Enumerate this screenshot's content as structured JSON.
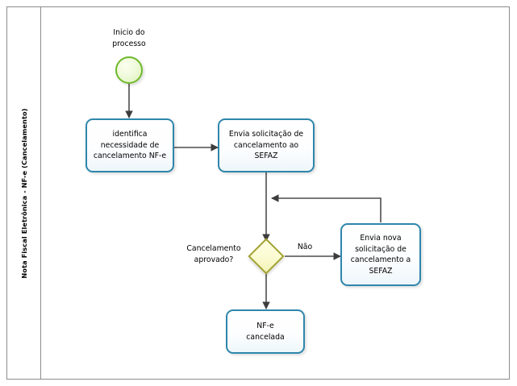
{
  "pool": {
    "lane_title": "Nota Fiscal Eletrônica - NF-e (Cancelamento)"
  },
  "nodes": {
    "start_event": {
      "name": "start-event",
      "label": "Inicio do\nprocesso",
      "label_line1": "Inicio do",
      "label_line2": "processo",
      "type": "start",
      "color": "#6eb92b"
    },
    "task_identifica": {
      "name": "task-identifica-necessidade",
      "line1": "identifica",
      "line2": "necessidade  de",
      "line3": "cancelamento NF-e"
    },
    "task_envia_solicitacao": {
      "name": "task-envia-solicitacao-sefaz",
      "line1": "Envia solicitação de",
      "line2": "cancelamento ao",
      "line3": "SEFAZ"
    },
    "gateway": {
      "name": "gateway-cancelamento-aprovado",
      "label_line1": "Cancelamento",
      "label_line2": "aprovado?",
      "color": "#a3a333"
    },
    "task_envia_nova": {
      "name": "task-envia-nova-solicitacao",
      "line1": "Envia nova",
      "line2": "solicitação de",
      "line3": "cancelamento a",
      "line4": "SEFAZ"
    },
    "task_nfe_cancelada": {
      "name": "task-nfe-cancelada",
      "line1": "NF-e",
      "line2": "cancelada"
    }
  },
  "flows": {
    "gateway_no_label": "Não"
  },
  "colors": {
    "task_border": "#2e86ab",
    "task_fill": "#ffffff",
    "start_border": "#6eb92b",
    "gateway_border": "#a3a333",
    "gateway_fill": "#fbfbd2",
    "connector": "#4d4d4d",
    "frame": "#8c8c8c"
  }
}
